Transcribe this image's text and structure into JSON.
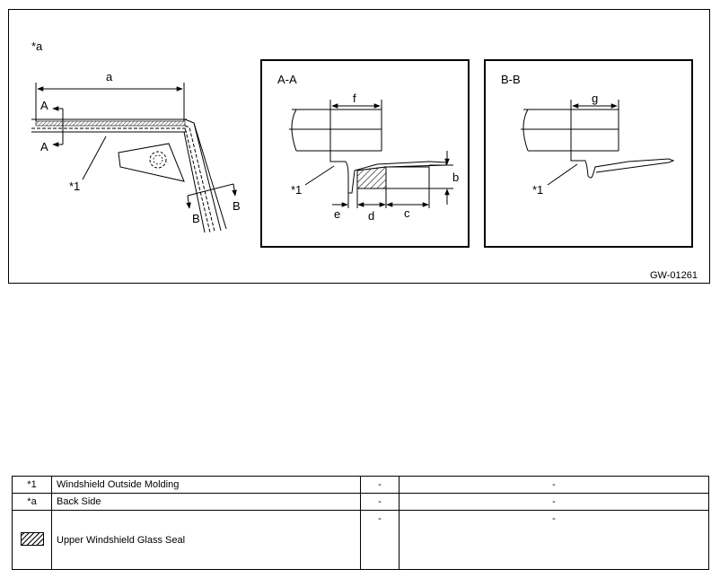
{
  "figure": {
    "callout_back_side": "*a",
    "callout_molding": "*1",
    "dim_a": "a",
    "dim_b": "b",
    "dim_c": "c",
    "dim_d": "d",
    "dim_e": "e",
    "dim_f": "f",
    "dim_g": "g",
    "section_A": "A",
    "section_B": "B",
    "view_aa_title": "A-A",
    "view_bb_title": "B-B",
    "figure_id": "GW-01261"
  },
  "legend": {
    "rows": [
      {
        "key": "*1",
        "description": "Windshield Outside Molding",
        "col3": "-",
        "col4": "-"
      },
      {
        "key": "*a",
        "description": "Back Side",
        "col3": "-",
        "col4": "-"
      },
      {
        "key": "hatch-swatch-icon",
        "description": "Upper Windshield Glass Seal",
        "col3": "-",
        "col4": "-"
      }
    ]
  }
}
